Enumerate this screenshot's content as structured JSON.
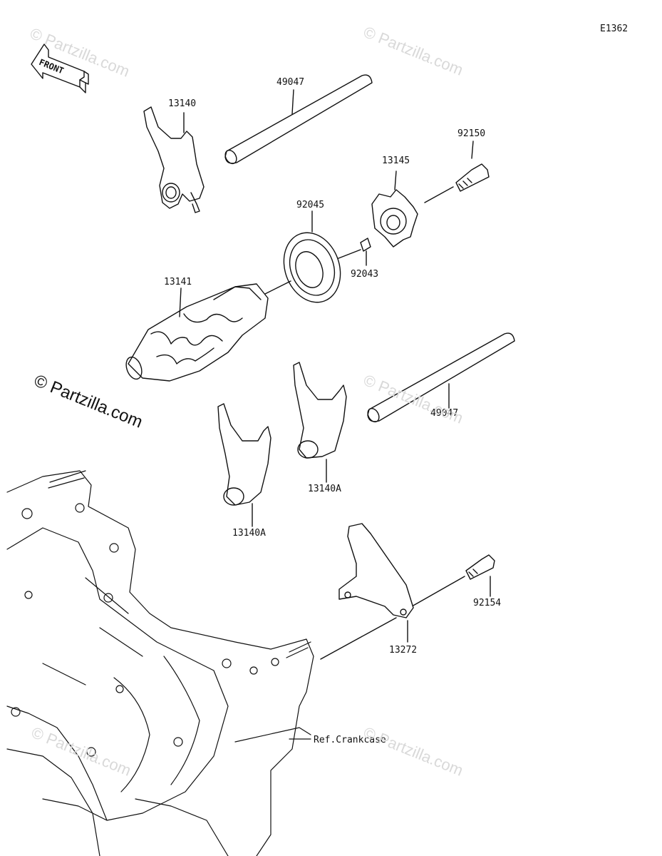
{
  "diagram_code": "E1362",
  "front_label": "FRONT",
  "parts": {
    "p49047_top": "49047",
    "p13140": "13140",
    "p92150": "92150",
    "p13145": "13145",
    "p92045": "92045",
    "p92043": "92043",
    "p13141": "13141",
    "p49047_bottom": "49047",
    "p13140A_right": "13140A",
    "p13140A_left": "13140A",
    "p92154": "92154",
    "p13272": "13272",
    "ref_crankcase": "Ref.Crankcase"
  },
  "watermarks": {
    "main": "© Partzilla.com",
    "faint": "© Partzilla.com"
  }
}
